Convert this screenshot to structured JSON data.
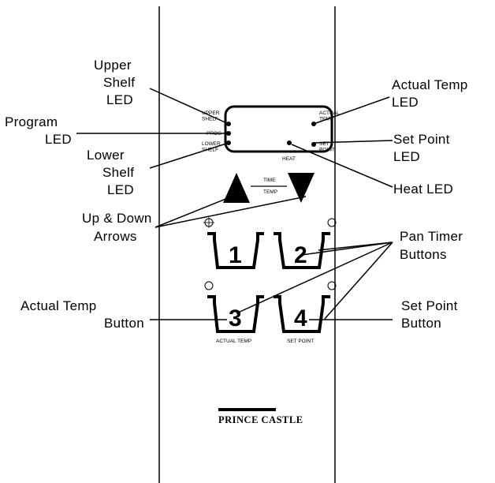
{
  "callouts": {
    "upper_shelf_led": [
      "Upper",
      "Shelf",
      "LED"
    ],
    "program_led": [
      "Program",
      "LED"
    ],
    "lower_shelf_led": [
      "Lower",
      "Shelf",
      "LED"
    ],
    "up_down_arrows": [
      "Up & Down",
      "Arrows"
    ],
    "actual_temp_button": [
      "Actual Temp",
      "Button"
    ],
    "actual_temp_led": [
      "Actual Temp",
      "LED"
    ],
    "set_point_led": [
      "Set Point",
      "LED"
    ],
    "heat_led": "Heat LED",
    "pan_timer_buttons": [
      "Pan Timer",
      "Buttons"
    ],
    "set_point_button": [
      "Set Point",
      "Button"
    ]
  },
  "panel_labels": {
    "upper_shelf": [
      "UPPER",
      "SHELF"
    ],
    "prog": "PROG",
    "lower_shelf": [
      "LOWER",
      "SHELF"
    ],
    "actual_temp": [
      "ACTUAL",
      "TEMP"
    ],
    "set_point": [
      "SET",
      "POINT"
    ],
    "heat": "HEAT",
    "time": "TIME",
    "temp": "TEMP",
    "actual_temp_button": "ACTUAL TEMP",
    "set_point_button": "SET POINT"
  },
  "buttons": [
    "1",
    "2",
    "3",
    "4"
  ],
  "brand": "PRINCE CASTLE"
}
